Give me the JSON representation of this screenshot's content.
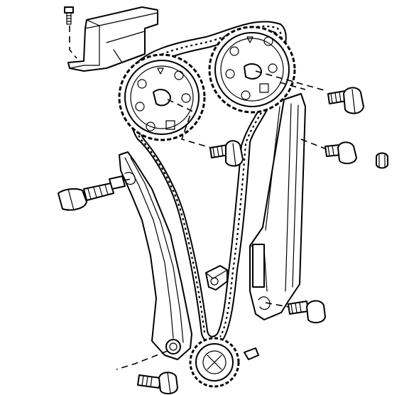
{
  "diagram": {
    "components": [
      {
        "id": "chain-guide-cover",
        "icon": "bracket-icon"
      },
      {
        "id": "cover-bolt",
        "icon": "bolt-icon"
      },
      {
        "id": "intake-camshaft-sprocket",
        "icon": "gear-icon"
      },
      {
        "id": "exhaust-camshaft-sprocket",
        "icon": "gear-icon"
      },
      {
        "id": "timing-chain",
        "icon": "chain-icon"
      },
      {
        "id": "tensioner-rail",
        "icon": "rail-icon"
      },
      {
        "id": "fixed-chain-guide",
        "icon": "rail-icon"
      },
      {
        "id": "crankshaft-sprocket",
        "icon": "gear-icon"
      },
      {
        "id": "tensioner-pivot-bolt",
        "icon": "bolt-icon"
      },
      {
        "id": "sprocket-bolt",
        "icon": "bolt-icon"
      },
      {
        "id": "guide-bolt",
        "icon": "bolt-icon"
      },
      {
        "id": "guide-plug",
        "icon": "plug-icon"
      },
      {
        "id": "woodruff-key",
        "icon": "key-icon"
      }
    ]
  }
}
